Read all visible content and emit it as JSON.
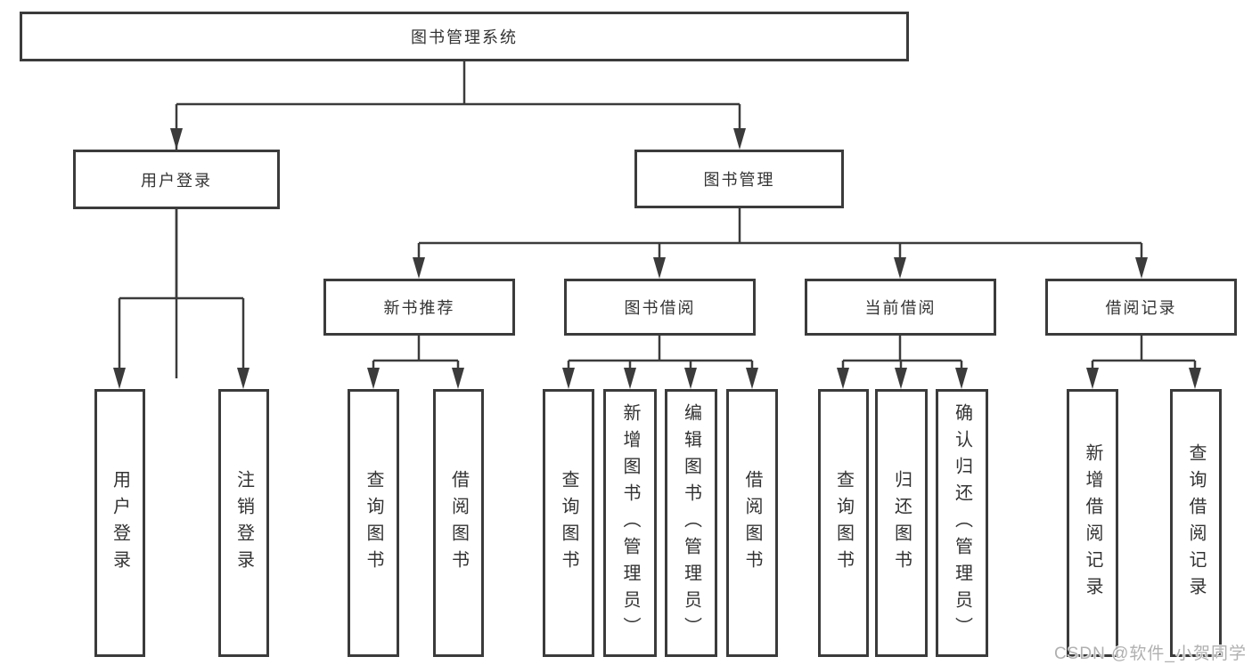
{
  "diagram": {
    "root": "图书管理系统",
    "branches": {
      "user_login": "用户登录",
      "book_mgmt": "图书管理"
    },
    "modules": {
      "new_books": "新书推荐",
      "book_borrow": "图书借阅",
      "current_borrow": "当前借阅",
      "borrow_records": "借阅记录"
    },
    "leaves": {
      "user_login": [
        "用户登录",
        "注销登录"
      ],
      "new_books": [
        "查询图书",
        "借阅图书"
      ],
      "book_borrow": [
        "查询图书",
        "新增图书（管理员）",
        "编辑图书（管理员）",
        "借阅图书"
      ],
      "current_borrow": [
        "查询图书",
        "归还图书",
        "确认归还（管理员）"
      ],
      "borrow_records": [
        "新增借阅记录",
        "查询借阅记录"
      ]
    }
  },
  "watermark": "CSDN @软件_小贺同学",
  "colors": {
    "line": "#3b3b3b",
    "box_border": "#3b3b3b",
    "text": "#333333",
    "watermark": "#b0b0b0",
    "background": "#ffffff"
  }
}
